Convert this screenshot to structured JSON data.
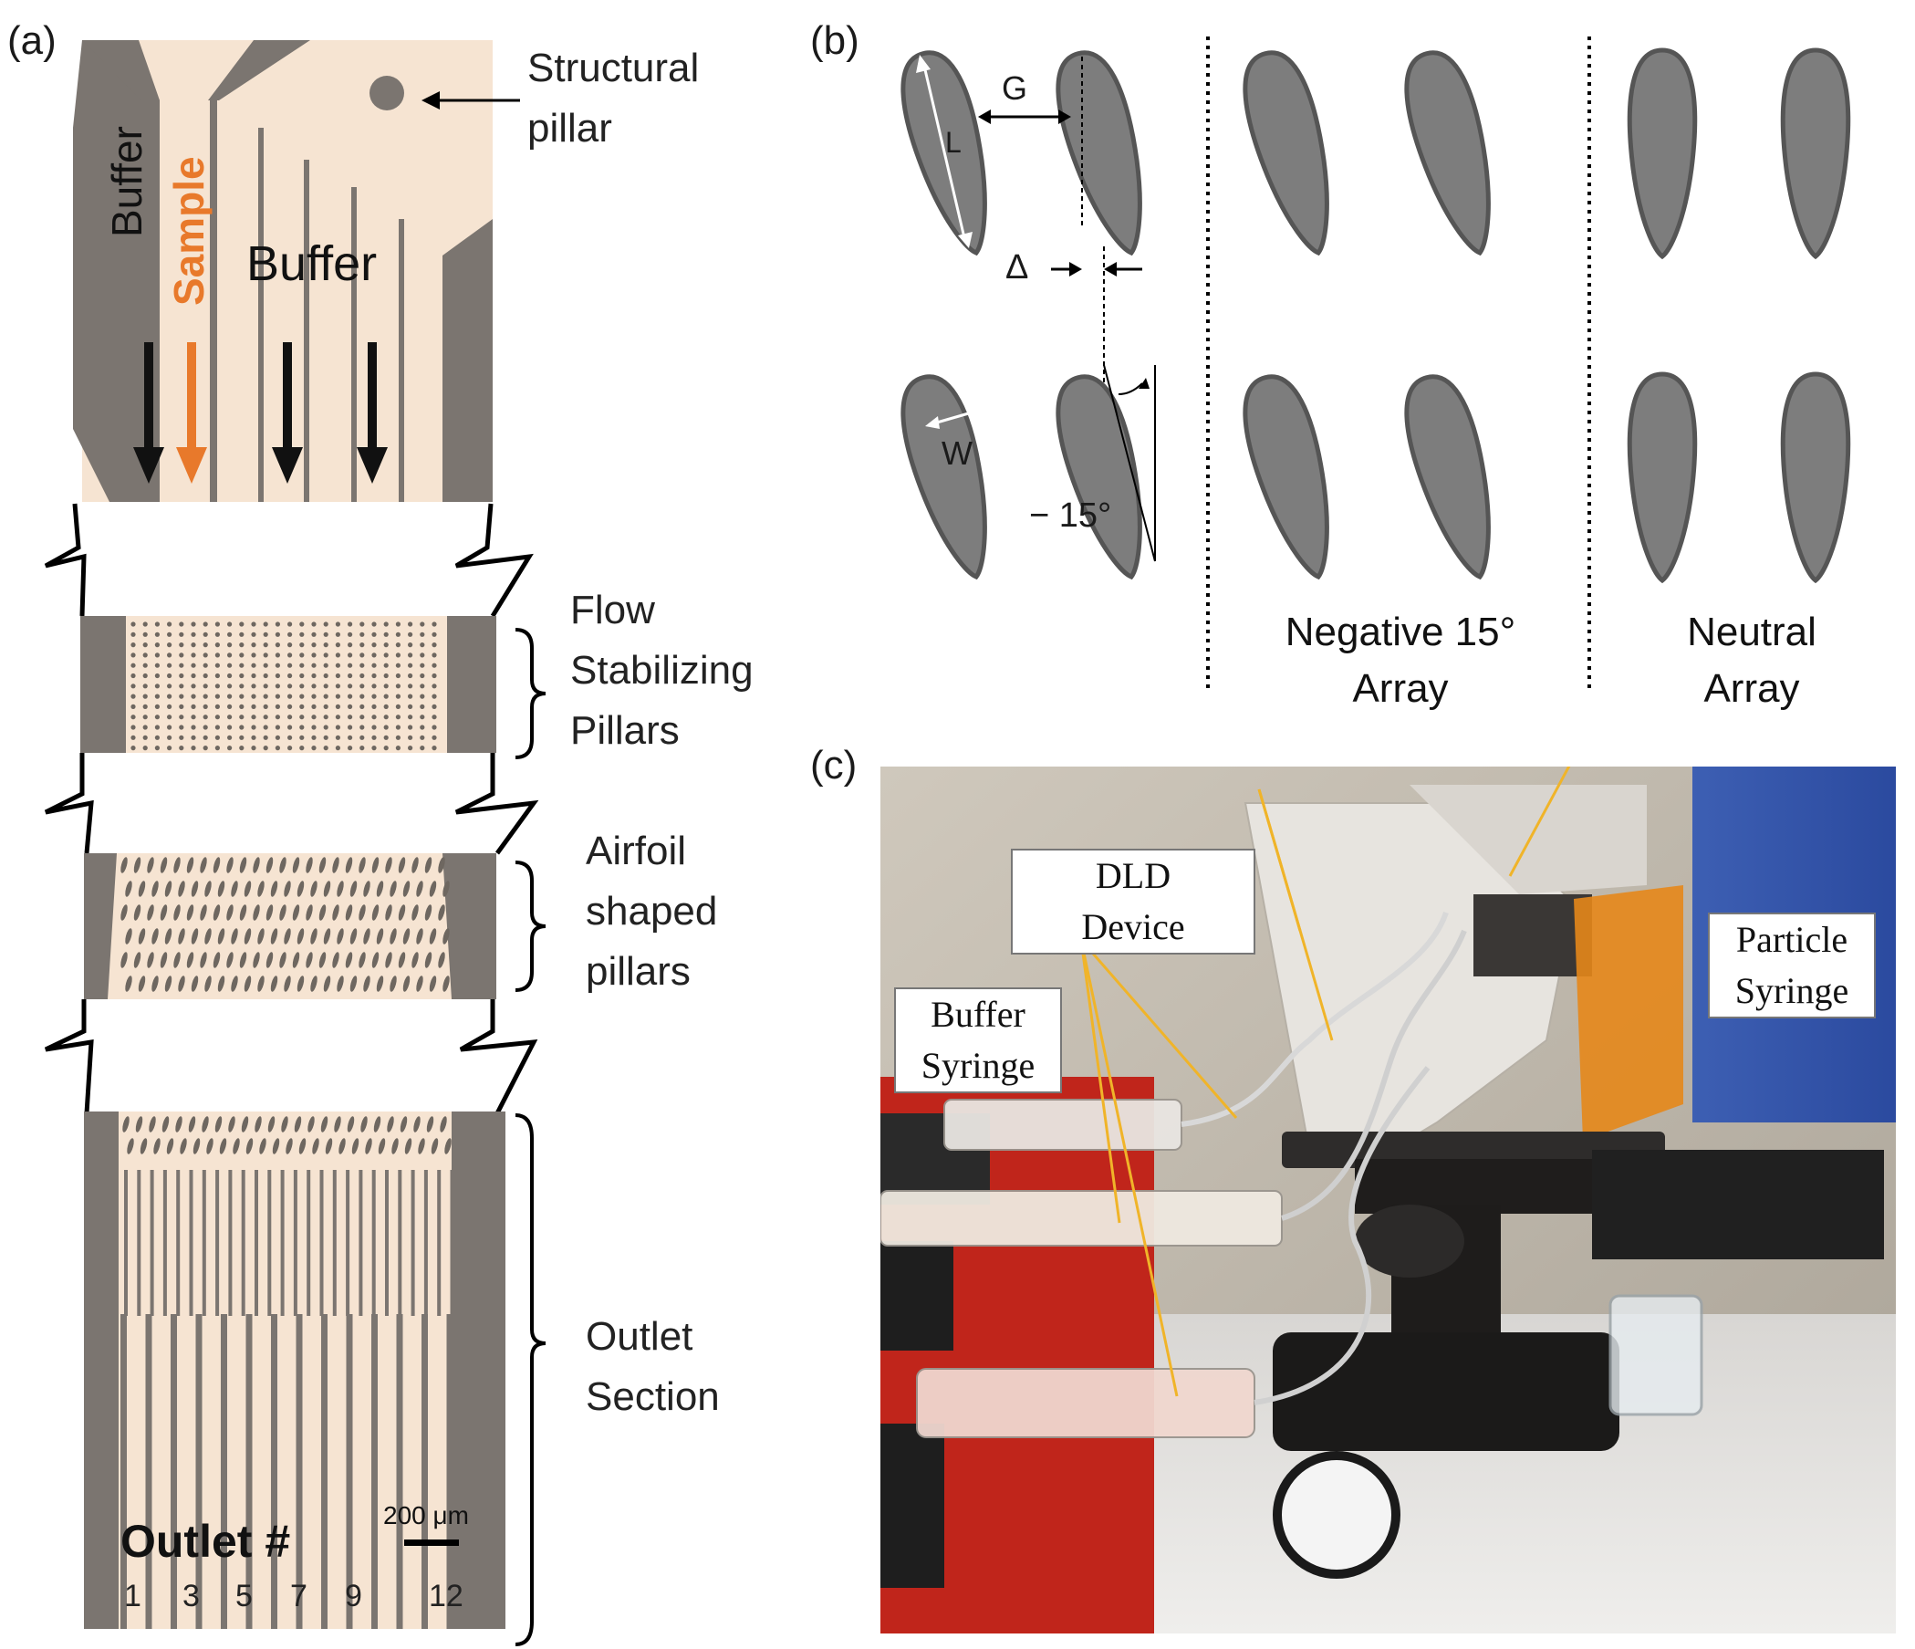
{
  "panels": {
    "a": "(a)",
    "b": "(b)",
    "c": "(c)"
  },
  "panel_a": {
    "channel_labels": {
      "buffer_left": "Buffer",
      "sample": "Sample",
      "buffer_right": "Buffer"
    },
    "callouts": {
      "structural_pillar": [
        "Structural",
        "pillar"
      ],
      "flow_stabilizing": [
        "Flow",
        "Stabilizing",
        "Pillars"
      ],
      "airfoil": [
        "Airfoil",
        "shaped",
        "pillars"
      ],
      "outlet_section": [
        "Outlet",
        "Section"
      ]
    },
    "outlet_label": "Outlet #",
    "outlet_numbers": [
      "1",
      "3",
      "5",
      "7",
      "9",
      "12"
    ],
    "scale_bar": "200 μm",
    "colors": {
      "channel": "#f6e4d2",
      "wall": "#7b7570",
      "sample_arrow": "#e8792b"
    }
  },
  "panel_b": {
    "dimension_labels": {
      "gap": "G",
      "length": "L",
      "offset": "Δ",
      "width": "W",
      "angle": "− 15°"
    },
    "array_labels": {
      "negative": [
        "Negative 15°",
        "Array"
      ],
      "neutral": [
        "Neutral",
        "Array"
      ]
    },
    "colors": {
      "pillar": "#7d7d7d",
      "pillar_edge": "#555555"
    }
  },
  "panel_c": {
    "labels": {
      "dld_device": [
        "DLD",
        "Device"
      ],
      "particle_syringe": [
        "Particle",
        "Syringe"
      ],
      "buffer_syringe": [
        "Buffer",
        "Syringe"
      ]
    },
    "colors": {
      "arrow": "#f0b429"
    }
  }
}
